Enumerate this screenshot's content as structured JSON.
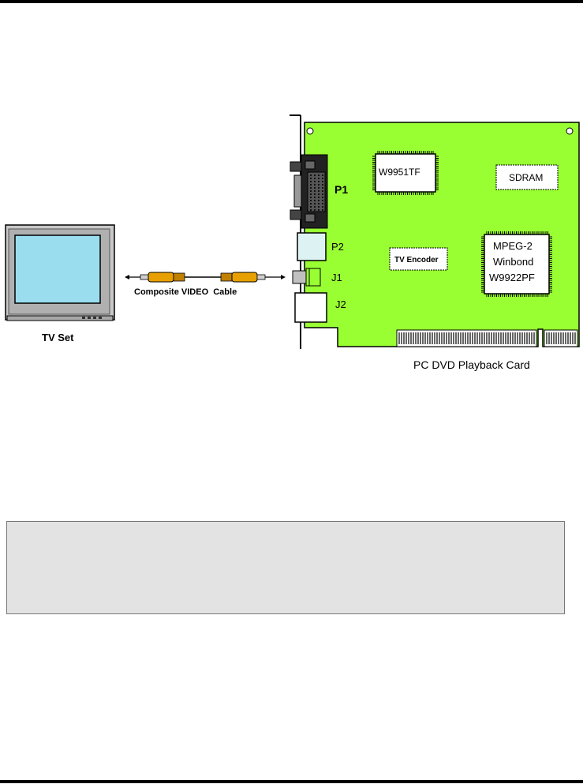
{
  "labels": {
    "tv_set": "TV Set",
    "cable": "Composite VIDEO  Cable",
    "card": "PC DVD Playback Card",
    "p1": "P1",
    "p2": "P2",
    "j1": "J1",
    "j2": "J2",
    "chip_w9951": "W9951TF",
    "sdram": "SDRAM",
    "tv_encoder": "TV Encoder",
    "mpeg_line1": "MPEG-2",
    "mpeg_line2": "Winbond",
    "mpeg_line3": "W9922PF"
  },
  "colors": {
    "board": "#99ff33",
    "tv_screen": "#99ddee",
    "tv_body": "#c8c8c8",
    "cable_plug": "#e8a000",
    "note_box": "#e3e3e3"
  }
}
